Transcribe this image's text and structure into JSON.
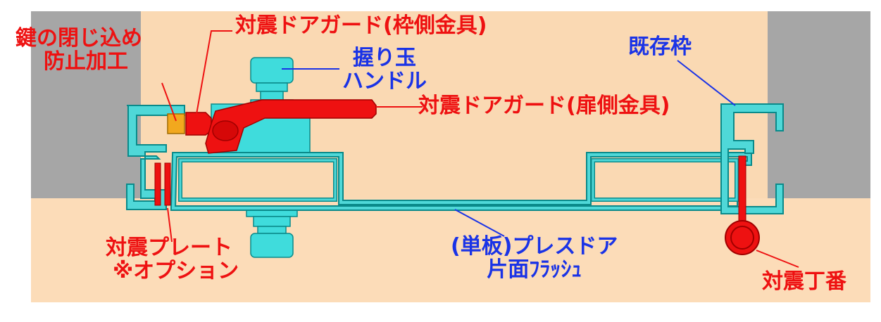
{
  "labels": {
    "key_lock_prevention": [
      "鍵の閉じ込め",
      "防止加工"
    ],
    "frame_guard": "対震ドアガード(枠側金具)",
    "knob_handle": [
      "握り玉",
      "ハンドル"
    ],
    "door_guard": "対震ドアガード(扉側金具)",
    "existing_frame": "既存枠",
    "plate": [
      "対震プレート",
      "※オプション"
    ],
    "press_door": [
      "(単板)プレスドア",
      "片面ﾌﾗｯｼｭ"
    ],
    "hinge": "対震丁番"
  },
  "colors": {
    "wall": "#a6a6a6",
    "floor": "#fcdcb8",
    "frame": "#4fd8d8",
    "frame_outline": "#0a8a8a",
    "metal_red": "#ee1111",
    "label_red": "#ee1111",
    "label_blue": "#1a33e6",
    "knob": "#3fdcdc",
    "key_block": "#f2a81e"
  }
}
